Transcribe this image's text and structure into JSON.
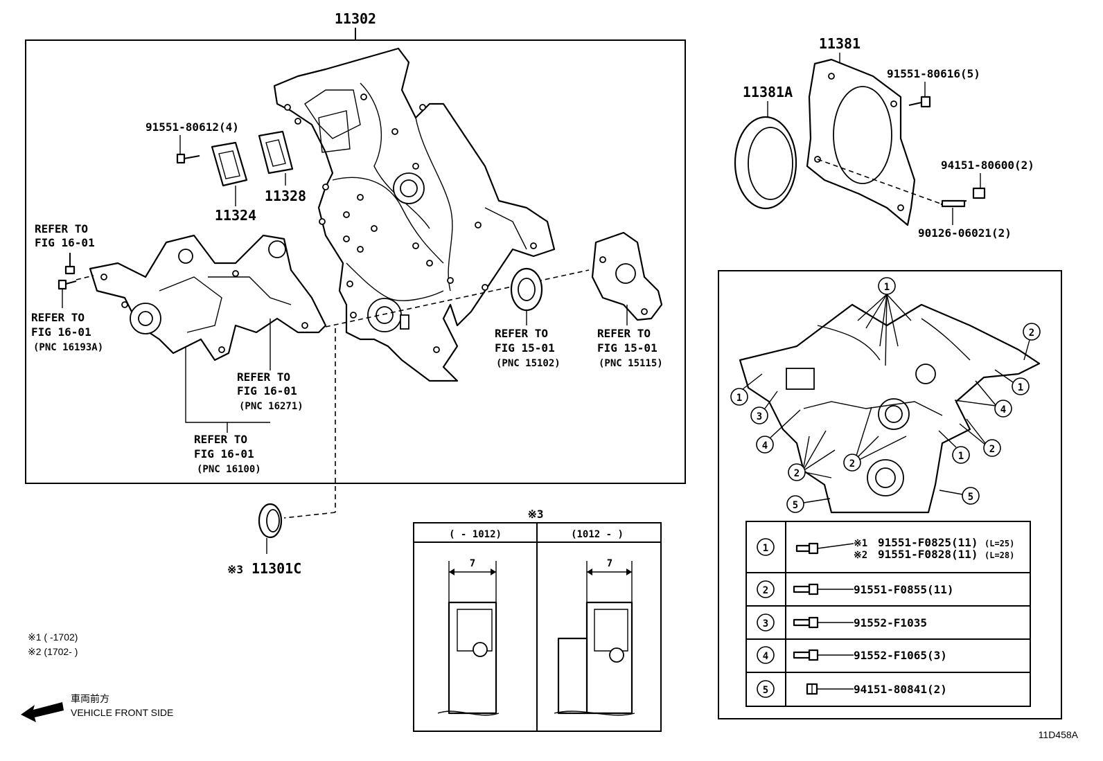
{
  "main_part": "11302",
  "cover_parts": {
    "bolt_cover": "91551-80612(4)",
    "plate_a": "11324",
    "plate_b": "11328"
  },
  "refer_notes": [
    {
      "line1": "REFER TO",
      "line2": "FIG 16-01",
      "line3": ""
    },
    {
      "line1": "REFER TO",
      "line2": "FIG 16-01",
      "line3": "(PNC 16193A)"
    },
    {
      "line1": "REFER TO",
      "line2": "FIG 16-01",
      "line3": "(PNC 16271)"
    },
    {
      "line1": "REFER TO",
      "line2": "FIG 16-01",
      "line3": "(PNC 16100)"
    },
    {
      "line1": "REFER TO",
      "line2": "FIG 15-01",
      "line3": "(PNC 15102)"
    },
    {
      "line1": "REFER TO",
      "line2": "FIG 15-01",
      "line3": "(PNC 15115)"
    }
  ],
  "rear_parts": {
    "retainer": "11381",
    "oil_seal": "11381A",
    "bolt_a": "91551-80616(5)",
    "nut": "94151-80600(2)",
    "stud": "90126-06021(2)"
  },
  "front_seal": {
    "mark": "※3",
    "number": "11301C"
  },
  "detail": {
    "title": "※3",
    "col1": "(      - 1012)",
    "col2": "(1012 -      )",
    "dim1": "7",
    "dim2": "7"
  },
  "callout_numbers": [
    "1",
    "2",
    "3",
    "4",
    "5"
  ],
  "bolt_table": [
    {
      "num": "1",
      "lines": [
        {
          "mark": "※1",
          "part": "91551-F0825(11)",
          "len": "(L=25)"
        },
        {
          "mark": "※2",
          "part": "91551-F0828(11)",
          "len": "(L=28)"
        }
      ]
    },
    {
      "num": "2",
      "part": "91551-F0855(11)"
    },
    {
      "num": "3",
      "part": "91552-F1035"
    },
    {
      "num": "4",
      "part": "91552-F1065(3)"
    },
    {
      "num": "5",
      "part": "94151-80841(2)"
    }
  ],
  "footnotes": {
    "note1": "※1 (      -1702)",
    "note2": "※2 (1702-      )"
  },
  "direction": {
    "japanese": "車両前方",
    "english": "VEHICLE FRONT SIDE"
  },
  "figure_code": "11D458A"
}
